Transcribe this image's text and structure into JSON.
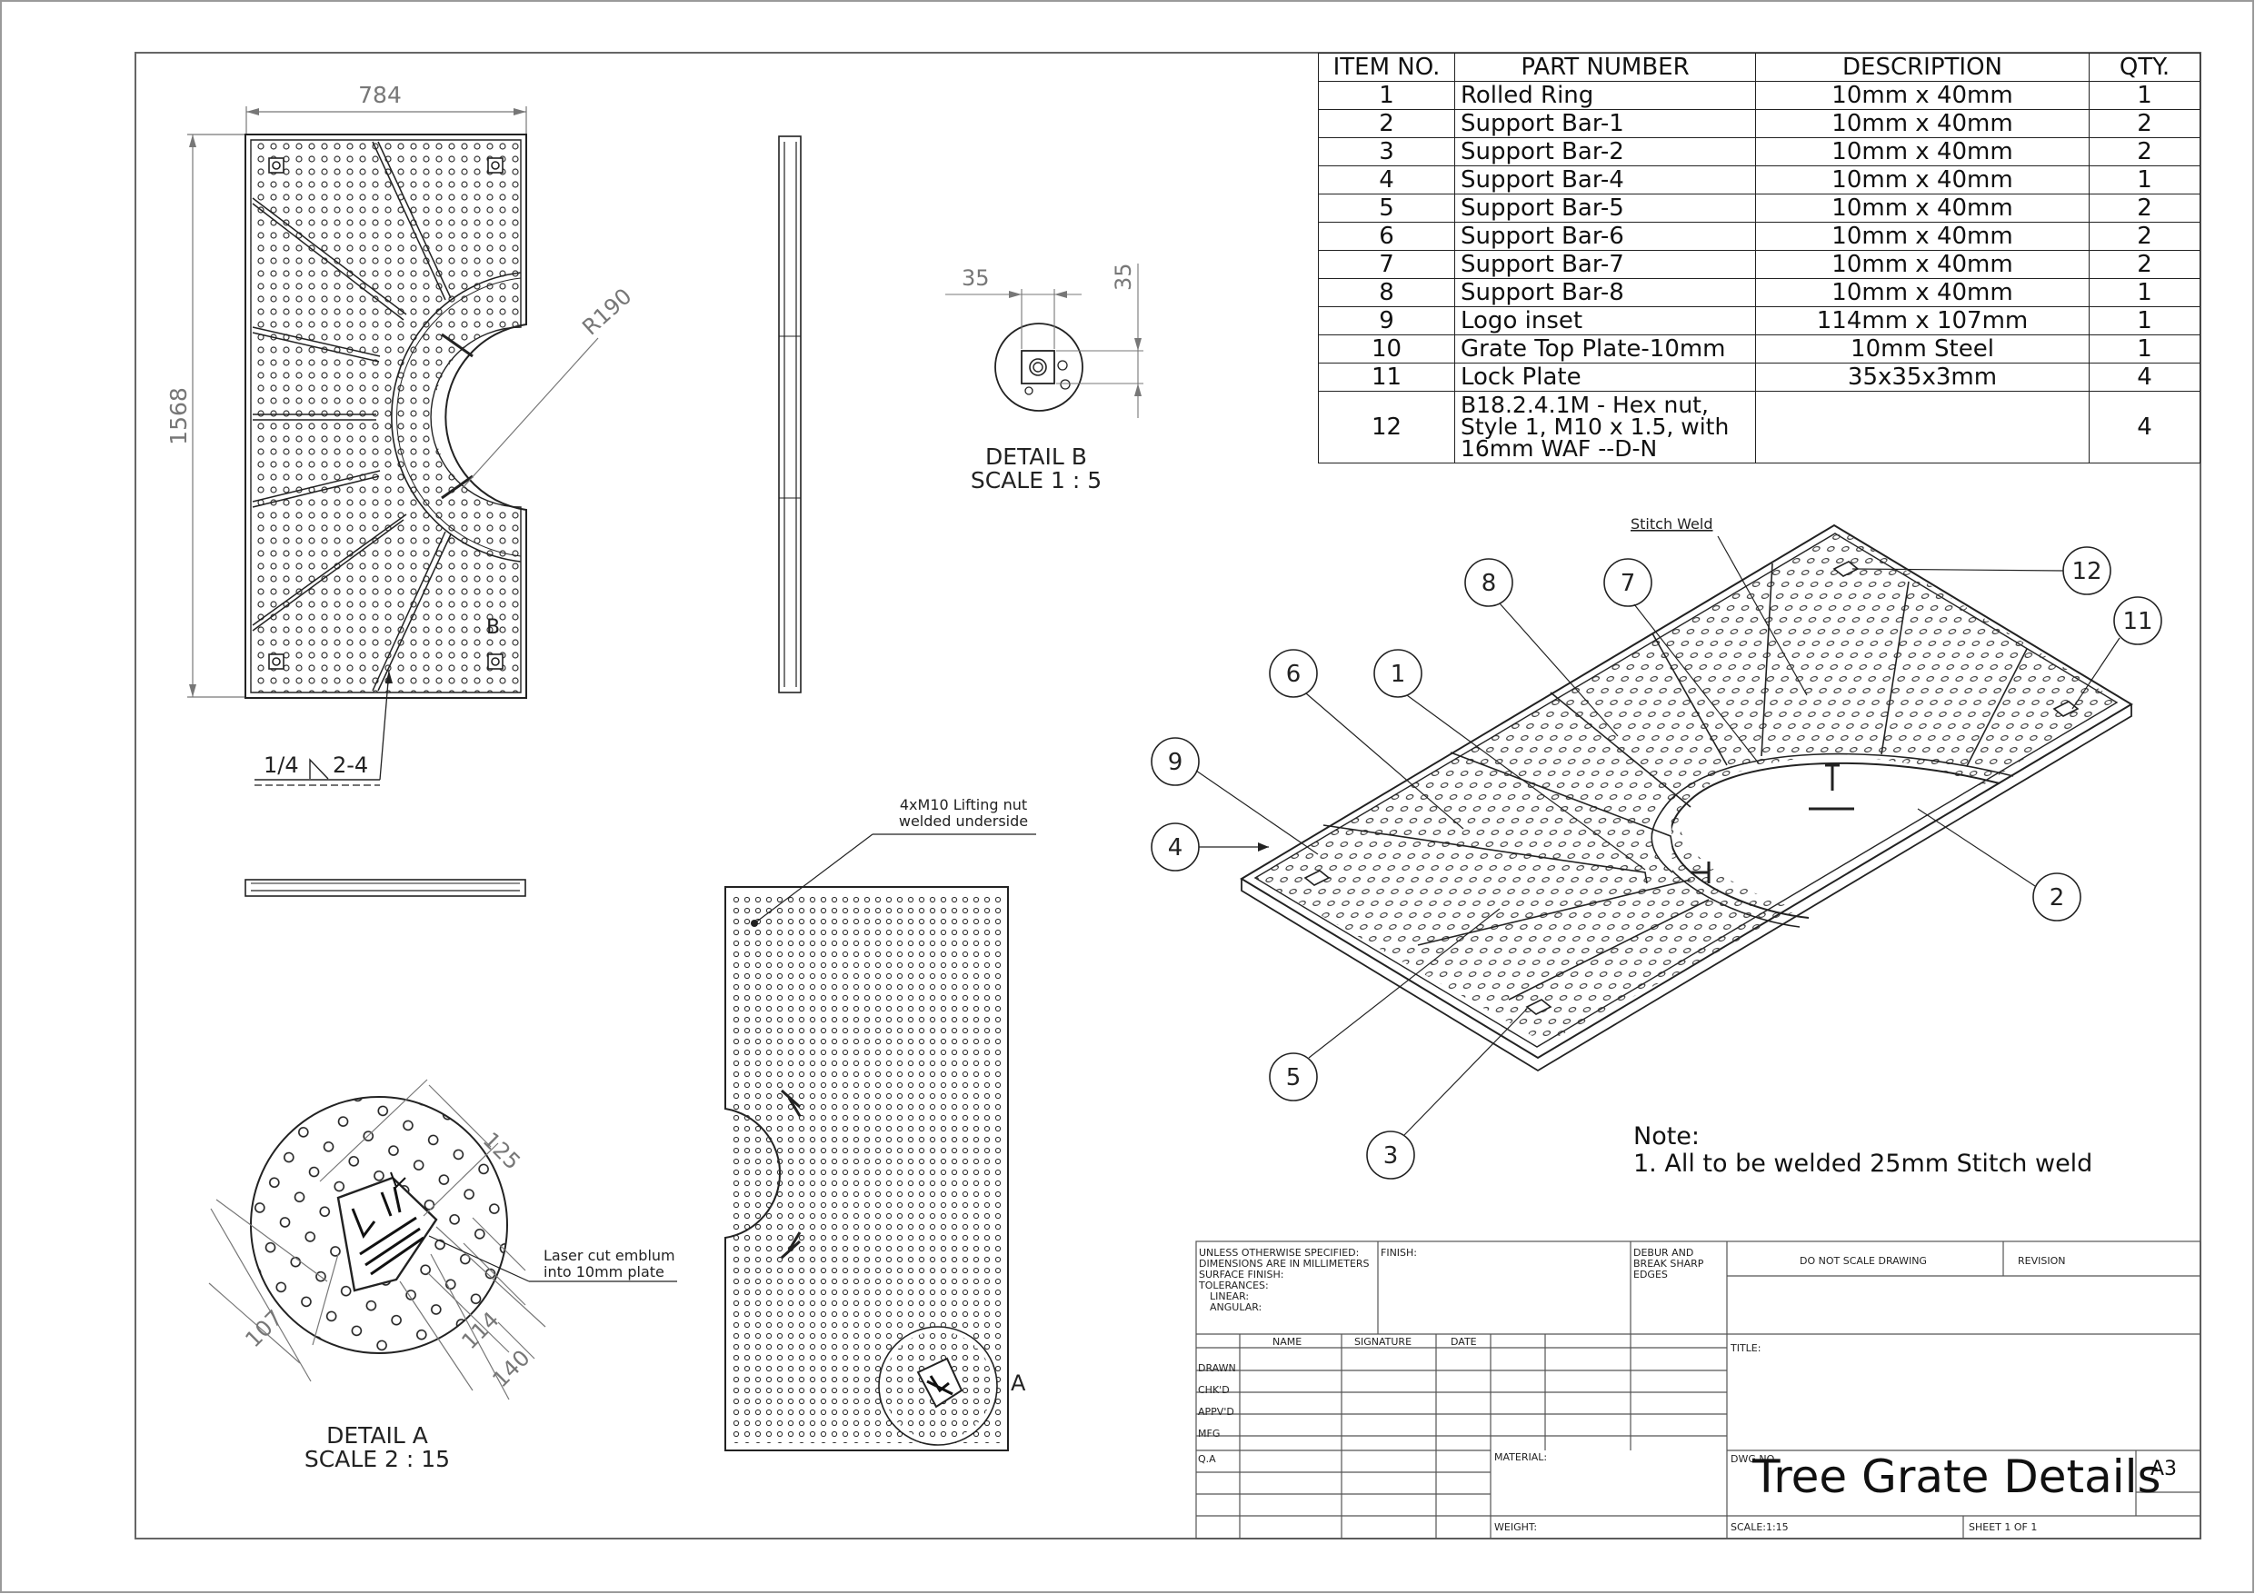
{
  "bom": {
    "headers": [
      "ITEM NO.",
      "PART NUMBER",
      "DESCRIPTION",
      "QTY."
    ],
    "rows": [
      {
        "item": "1",
        "part": "Rolled Ring",
        "desc": "10mm x 40mm",
        "qty": "1"
      },
      {
        "item": "2",
        "part": "Support Bar-1",
        "desc": "10mm x 40mm",
        "qty": "2"
      },
      {
        "item": "3",
        "part": "Support Bar-2",
        "desc": "10mm x 40mm",
        "qty": "2"
      },
      {
        "item": "4",
        "part": "Support Bar-4",
        "desc": "10mm x 40mm",
        "qty": "1"
      },
      {
        "item": "5",
        "part": "Support Bar-5",
        "desc": "10mm x 40mm",
        "qty": "2"
      },
      {
        "item": "6",
        "part": "Support Bar-6",
        "desc": "10mm x 40mm",
        "qty": "2"
      },
      {
        "item": "7",
        "part": "Support Bar-7",
        "desc": "10mm x 40mm",
        "qty": "2"
      },
      {
        "item": "8",
        "part": "Support Bar-8",
        "desc": "10mm x 40mm",
        "qty": "1"
      },
      {
        "item": "9",
        "part": "Logo inset",
        "desc": "114mm x 107mm",
        "qty": "1"
      },
      {
        "item": "10",
        "part": "Grate Top Plate-10mm",
        "desc": "10mm Steel",
        "qty": "1"
      },
      {
        "item": "11",
        "part": "Lock Plate",
        "desc": "35x35x3mm",
        "qty": "4"
      },
      {
        "item": "12",
        "part": "B18.2.4.1M - Hex nut, Style 1,  M10 x 1.5, with 16mm WAF --D-N",
        "desc": "",
        "qty": "4"
      }
    ]
  },
  "dimensions": {
    "width": "784",
    "height": "1568",
    "radius": "R190",
    "weld": "1/4",
    "weld_spacing": "2-4",
    "detail_b_w": "35",
    "detail_b_h": "35",
    "detail_a_125": "125",
    "detail_a_107": "107",
    "detail_a_114": "114",
    "detail_a_140": "140",
    "detail_b_marker": "B",
    "detail_a_marker": "A"
  },
  "details": {
    "detail_b_title": "DETAIL B",
    "detail_b_scale": "SCALE 1 : 5",
    "detail_a_title": "DETAIL A",
    "detail_a_scale": "SCALE 2 : 15"
  },
  "annotations": {
    "lifting_nut_1": "4xM10 Lifting nut",
    "lifting_nut_2": "welded underside",
    "laser_1": "Laser cut emblum",
    "laser_2": "into 10mm plate",
    "stitch_weld": "Stitch Weld",
    "balloons": [
      "1",
      "2",
      "3",
      "4",
      "5",
      "6",
      "7",
      "8",
      "9",
      "11",
      "12"
    ]
  },
  "note": {
    "title": "Note:",
    "line1": "1. All to be welded 25mm Stitch weld"
  },
  "title_block": {
    "unless_1": "UNLESS OTHERWISE SPECIFIED:",
    "unless_2": "DIMENSIONS ARE IN MILLIMETERS",
    "unless_3": "SURFACE FINISH:",
    "unless_4": "TOLERANCES:",
    "unless_5": "LINEAR:",
    "unless_6": "ANGULAR:",
    "finish": "FINISH:",
    "debur_1": "DEBUR AND",
    "debur_2": "BREAK SHARP",
    "debur_3": "EDGES",
    "do_not_scale": "DO NOT SCALE DRAWING",
    "revision": "REVISION",
    "name": "NAME",
    "signature": "SIGNATURE",
    "date": "DATE",
    "drawn": "DRAWN",
    "chkd": "CHK'D",
    "appvd": "APPV'D",
    "mfg": "MFG",
    "qa": "Q.A",
    "material": "MATERIAL:",
    "weight": "WEIGHT:",
    "title_label": "TITLE:",
    "dwg_no": "DWG NO.",
    "drawing_title": "Tree Grate Details",
    "size": "A3",
    "scale": "SCALE:1:15",
    "sheet": "SHEET 1 OF 1"
  }
}
